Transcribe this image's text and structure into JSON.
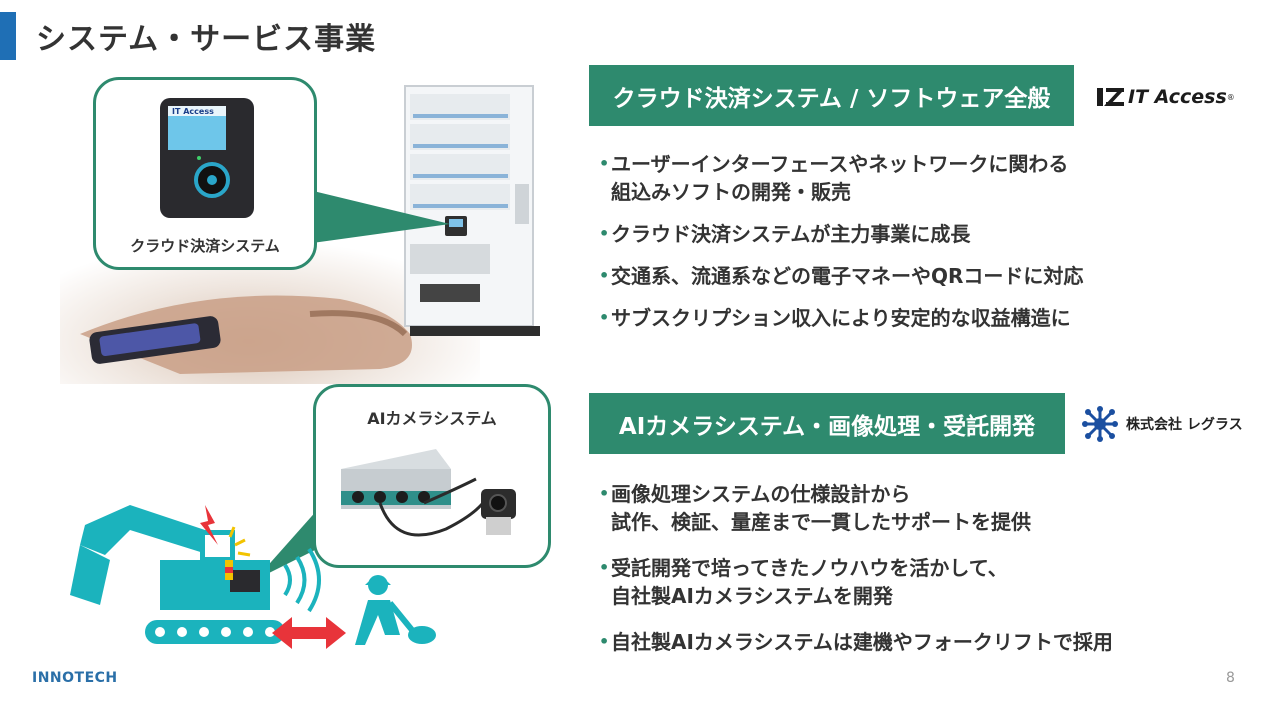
{
  "slide": {
    "title": "システム・サービス事業",
    "page_number": "8",
    "footer_logo": "INNOTECH"
  },
  "section1": {
    "heading": "クラウド決済システム / ソフトウェア全般",
    "partner_logo": "IT Access",
    "bullets": [
      [
        "ユーザーインターフェースやネットワークに関わる",
        "組込みソフトの開発・販売"
      ],
      [
        "クラウド決済システムが主力事業に成長"
      ],
      [
        "交通系、流通系などの電子マネーやQRコードに対応"
      ],
      [
        "サブスクリプション収入により安定的な収益構造に"
      ]
    ],
    "callout_label": "クラウド決済システム",
    "terminal_screen_text": "IT Access"
  },
  "section2": {
    "heading": "AIカメラシステム・画像処理・受託開発",
    "partner_logo": "株式会社 レグラス",
    "bullets": [
      [
        "画像処理システムの仕様設計から",
        "試作、検証、量産まで一貫したサポートを提供"
      ],
      [
        "受託開発で培ってきたノウハウを活かして、",
        "自社製AIカメラシステムを開発"
      ],
      [
        "自社製AIカメラシステムは建機やフォークリフトで採用"
      ]
    ],
    "callout_label": "AIカメラシステム"
  },
  "colors": {
    "accent_green": "#2e8a6e",
    "title_bar_blue": "#1f6fb5",
    "illustration_teal": "#1bb3bd",
    "alert_red": "#e8343a"
  }
}
